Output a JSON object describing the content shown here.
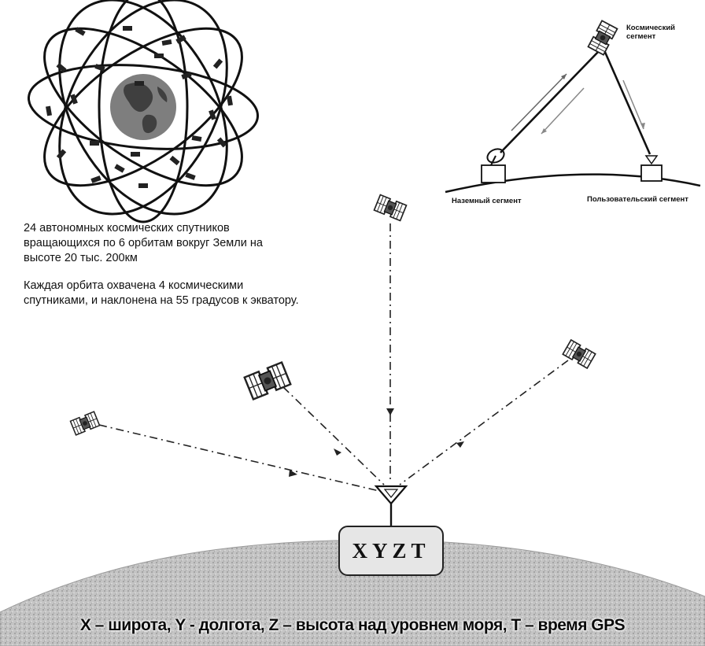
{
  "description": {
    "paragraph1": "24 автономных космических спутников вращающихся по 6 орбитам вокруг Земли на высоте 20 тыс. 200км",
    "paragraph2": "Каждая орбита охвачена 4 космическими спутниками, и наклонена на 55 градусов к экватору."
  },
  "segments": {
    "space": "Космический сегмент",
    "ground": "Наземный сегмент",
    "user": "Пользовательский сегмент"
  },
  "receiver_label": "XYZT",
  "caption": "X – широта, Y - долгота, Z – высота над уровнем моря, T – время GPS",
  "colors": {
    "ground_fill": "#bdbdbd",
    "earth_globe": "#8a8a8a",
    "box_fill": "#e6e6e6",
    "lines": "#222222"
  }
}
